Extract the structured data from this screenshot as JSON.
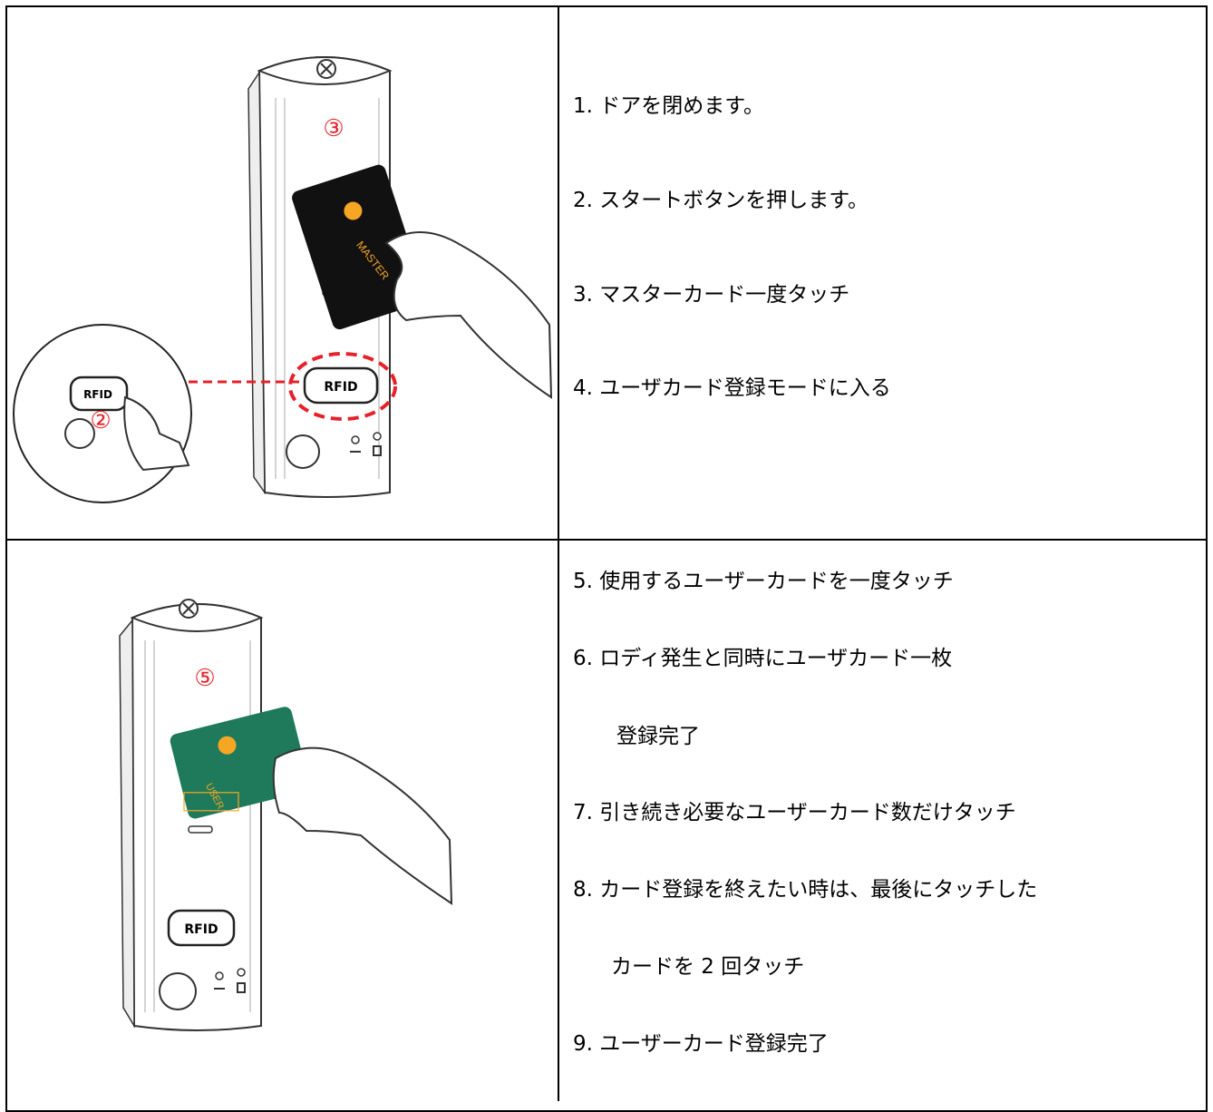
{
  "panel1": {
    "circle_step2": "②",
    "circle_step3": "③",
    "button_label": "RFID",
    "card_label": "MASTER",
    "steps": [
      "1. ドアを閉めます。",
      "2. スタートボタンを押します。",
      "3. マスターカード一度タッチ",
      "4. ユーザカード登録モードに入る"
    ]
  },
  "panel2": {
    "circle_step5": "⑤",
    "button_label": "RFID",
    "card_label": "USER",
    "steps": [
      "5. 使用するユーザーカードを一度タッチ",
      "6. ロディ発生と同時にユーザカード一枚",
      "登録完了",
      "7. 引き続き必要なユーザーカード数だけタッチ",
      "8. カード登録を終えたい時は、最後にタッチした",
      "カードを 2 回タッチ",
      "9. ユーザーカード登録完了"
    ]
  },
  "colors": {
    "accent_red": "#e6212a",
    "master_card": "#111111",
    "user_card": "#1f7a5c",
    "logo_yellow": "#f5a623"
  }
}
